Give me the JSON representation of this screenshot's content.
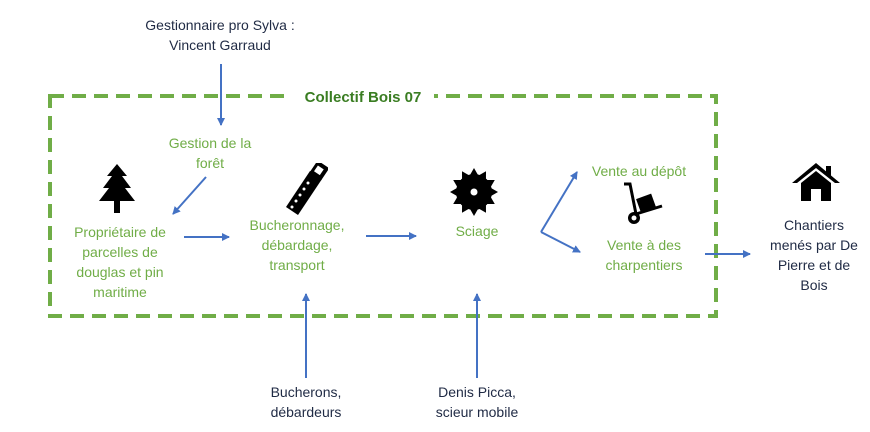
{
  "collective": {
    "title": "Collectif Bois 07"
  },
  "external": {
    "manager": "Gestionnaire pro Sylva :\nVincent Garraud",
    "lumberjacks": "Bucherons,\ndébardeurs",
    "sawyer": "Denis Picca,\nscieur mobile",
    "projects": "Chantiers\nmenés par De\nPierre et de\nBois"
  },
  "steps": {
    "forest_management": "Gestion de la\nforêt",
    "owner": "Propriétaire de\nparcelles de\ndouglas et pin\nmaritime",
    "logging": "Bucheronnage,\ndébardage,\ntransport",
    "sawing": "Sciage",
    "depot_sale": "Vente au dépôt",
    "carpenter_sale": "Vente à des\ncharpentiers"
  },
  "icons": {
    "tree": "tree-icon",
    "saw": "handsaw-icon",
    "blade": "saw-blade-icon",
    "trolley": "hand-truck-icon",
    "house": "house-icon"
  },
  "colors": {
    "border": "#70ad47",
    "text_green": "#70ad47",
    "arrow": "#4472c4",
    "text_dark": "#1f2a44"
  }
}
